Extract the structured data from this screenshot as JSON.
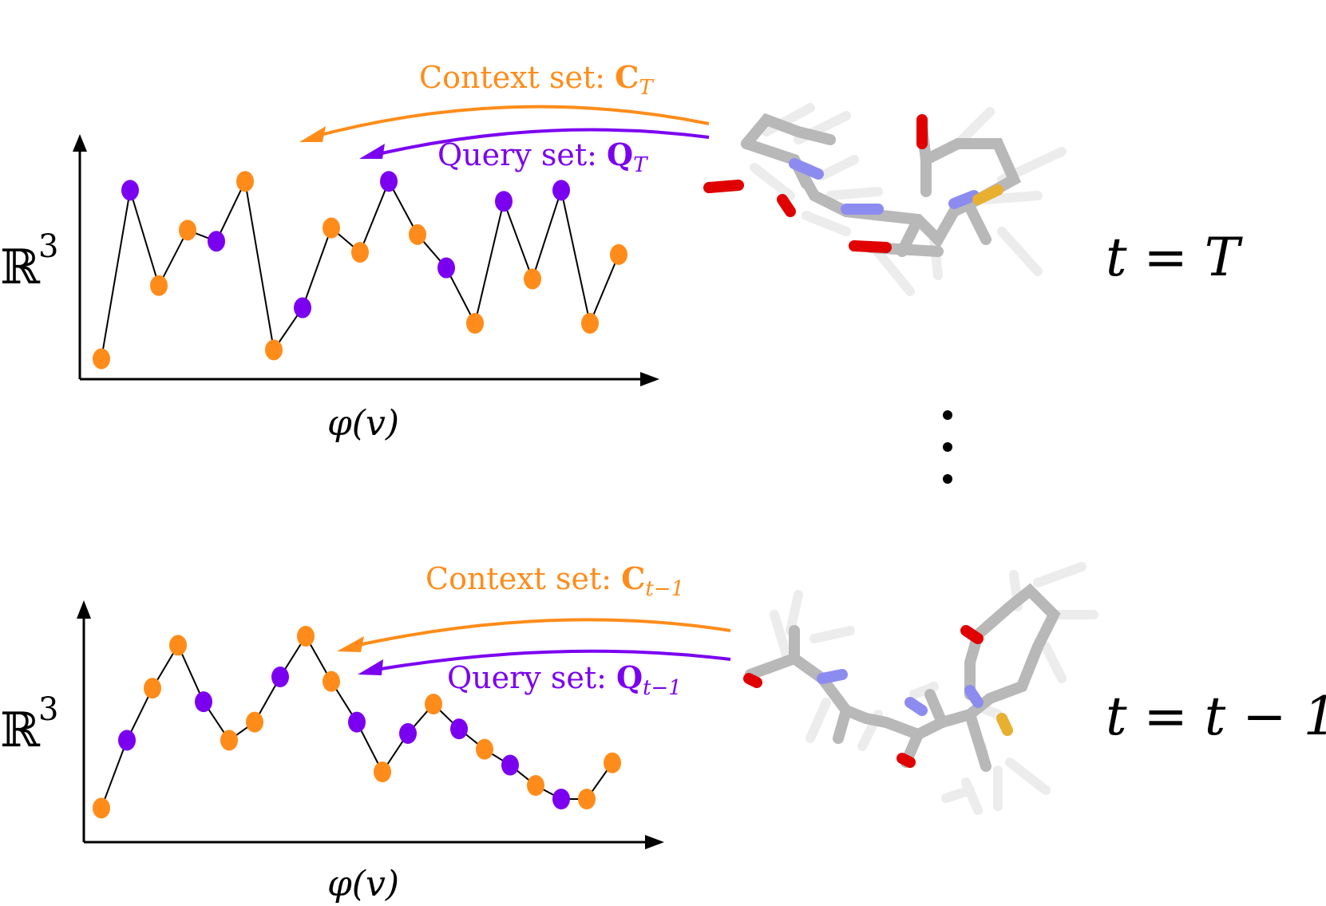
{
  "colors": {
    "context": "#ff8c1a",
    "query": "#7b00f0",
    "line": "#000000",
    "atom_c": "#b8b8b8",
    "atom_n": "#8c8cf0",
    "atom_o": "#e00000",
    "atom_s": "#e8b030",
    "atom_h": "#ececec"
  },
  "top_panel": {
    "yaxis_symbol": "ℝ",
    "yaxis_exponent": "3",
    "xaxis_label": "φ(v)",
    "context_label": "Context set: ",
    "context_symbol": "C",
    "context_subscript": "T",
    "query_label": "Query set: ",
    "query_symbol": "Q",
    "query_subscript": "T",
    "time_label": "t = T",
    "points": [
      {
        "x": 1,
        "y": 0.2,
        "set": "context"
      },
      {
        "x": 2,
        "y": 7.8,
        "set": "query"
      },
      {
        "x": 3,
        "y": 3.5,
        "set": "context"
      },
      {
        "x": 4,
        "y": 6.0,
        "set": "context"
      },
      {
        "x": 5,
        "y": 5.5,
        "set": "query"
      },
      {
        "x": 6,
        "y": 8.2,
        "set": "context"
      },
      {
        "x": 7,
        "y": 0.6,
        "set": "context"
      },
      {
        "x": 8,
        "y": 2.5,
        "set": "query"
      },
      {
        "x": 9,
        "y": 6.1,
        "set": "context"
      },
      {
        "x": 10,
        "y": 5.0,
        "set": "context"
      },
      {
        "x": 11,
        "y": 8.2,
        "set": "query"
      },
      {
        "x": 12,
        "y": 5.8,
        "set": "context"
      },
      {
        "x": 13,
        "y": 4.3,
        "set": "query"
      },
      {
        "x": 14,
        "y": 1.8,
        "set": "context"
      },
      {
        "x": 15,
        "y": 7.3,
        "set": "query"
      },
      {
        "x": 16,
        "y": 3.8,
        "set": "context"
      },
      {
        "x": 17,
        "y": 7.8,
        "set": "query"
      },
      {
        "x": 18,
        "y": 1.8,
        "set": "context"
      },
      {
        "x": 19,
        "y": 4.9,
        "set": "context"
      }
    ]
  },
  "ellipsis": "⋮",
  "bottom_panel": {
    "yaxis_symbol": "ℝ",
    "yaxis_exponent": "3",
    "xaxis_label": "φ(v)",
    "context_label": "Context set: ",
    "context_symbol": "C",
    "context_subscript": "t−1",
    "query_label": "Query set: ",
    "query_symbol": "Q",
    "query_subscript": "t−1",
    "time_label": "t = t − 1",
    "points": [
      {
        "x": 1,
        "y": 0.8,
        "set": "context"
      },
      {
        "x": 2,
        "y": 3.8,
        "set": "query"
      },
      {
        "x": 3,
        "y": 6.1,
        "set": "context"
      },
      {
        "x": 4,
        "y": 8.0,
        "set": "context"
      },
      {
        "x": 5,
        "y": 5.5,
        "set": "query"
      },
      {
        "x": 6,
        "y": 3.8,
        "set": "context"
      },
      {
        "x": 7,
        "y": 4.6,
        "set": "context"
      },
      {
        "x": 8,
        "y": 6.6,
        "set": "query"
      },
      {
        "x": 9,
        "y": 8.4,
        "set": "context"
      },
      {
        "x": 10,
        "y": 6.4,
        "set": "context"
      },
      {
        "x": 11,
        "y": 4.6,
        "set": "query"
      },
      {
        "x": 12,
        "y": 2.4,
        "set": "context"
      },
      {
        "x": 13,
        "y": 4.1,
        "set": "query"
      },
      {
        "x": 14,
        "y": 5.4,
        "set": "context"
      },
      {
        "x": 15,
        "y": 4.3,
        "set": "query"
      },
      {
        "x": 16,
        "y": 3.4,
        "set": "context"
      },
      {
        "x": 17,
        "y": 2.7,
        "set": "query"
      },
      {
        "x": 18,
        "y": 1.8,
        "set": "context"
      },
      {
        "x": 19,
        "y": 1.2,
        "set": "query"
      },
      {
        "x": 20,
        "y": 1.2,
        "set": "context"
      },
      {
        "x": 21,
        "y": 2.8,
        "set": "context"
      }
    ]
  }
}
